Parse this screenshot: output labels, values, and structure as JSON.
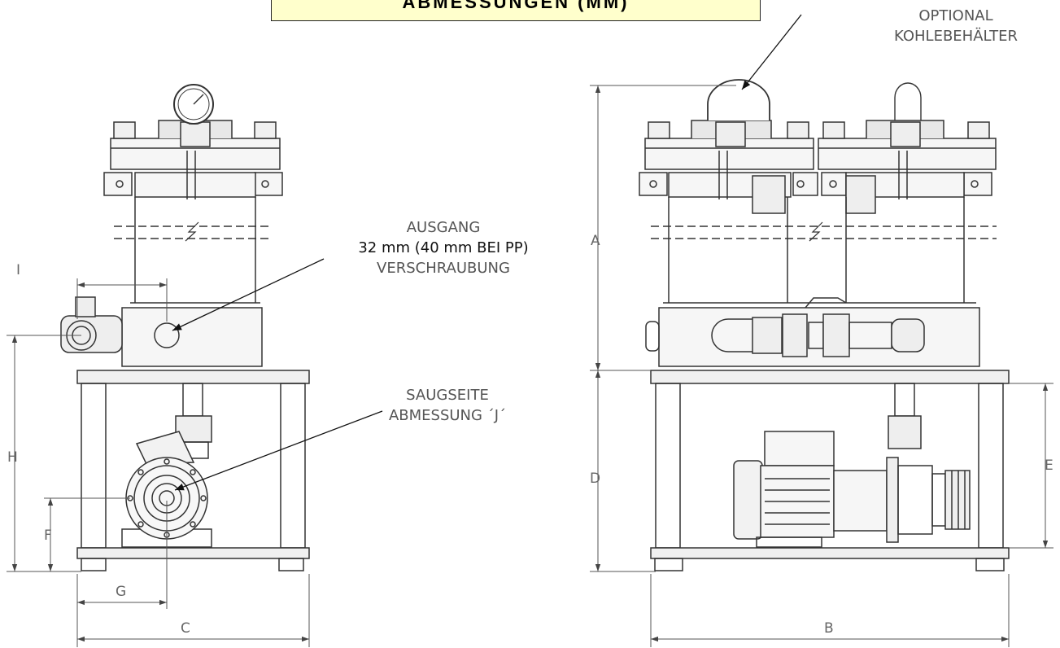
{
  "title": "ABMESSUNGEN (MM)",
  "callouts": {
    "optional_line1": "OPTIONAL",
    "optional_line2": "KOHLEBEHÄLTER",
    "outlet_line1": "AUSGANG",
    "outlet_line2": "32 mm (40 mm BEI PP)",
    "outlet_line3": "VERSCHRAUBUNG",
    "suction_line1": "SAUGSEITE",
    "suction_line2": "ABMESSUNG ´J´"
  },
  "dimensions": {
    "A": "A",
    "B": "B",
    "C": "C",
    "D": "D",
    "E": "E",
    "F": "F",
    "G": "G",
    "H": "H",
    "I": "I"
  }
}
